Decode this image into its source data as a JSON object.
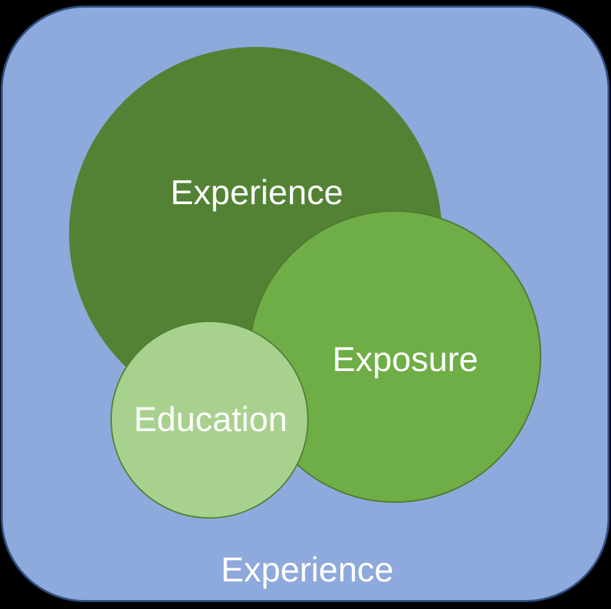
{
  "diagram": {
    "type": "venn",
    "background": "#000000",
    "label_color": "#FFFFFF",
    "outer": {
      "label": "Experience",
      "fill": "#8EA9DC",
      "border_color": "#2F4E7E"
    },
    "circles": [
      {
        "label": "Experience",
        "fill": "#538234",
        "border_color": "#538234"
      },
      {
        "label": "Exposure",
        "fill": "#6FAD47",
        "border_color": "#4E7A2E"
      },
      {
        "label": "Education",
        "fill": "#A9D18E",
        "border_color": "#538135"
      }
    ]
  }
}
